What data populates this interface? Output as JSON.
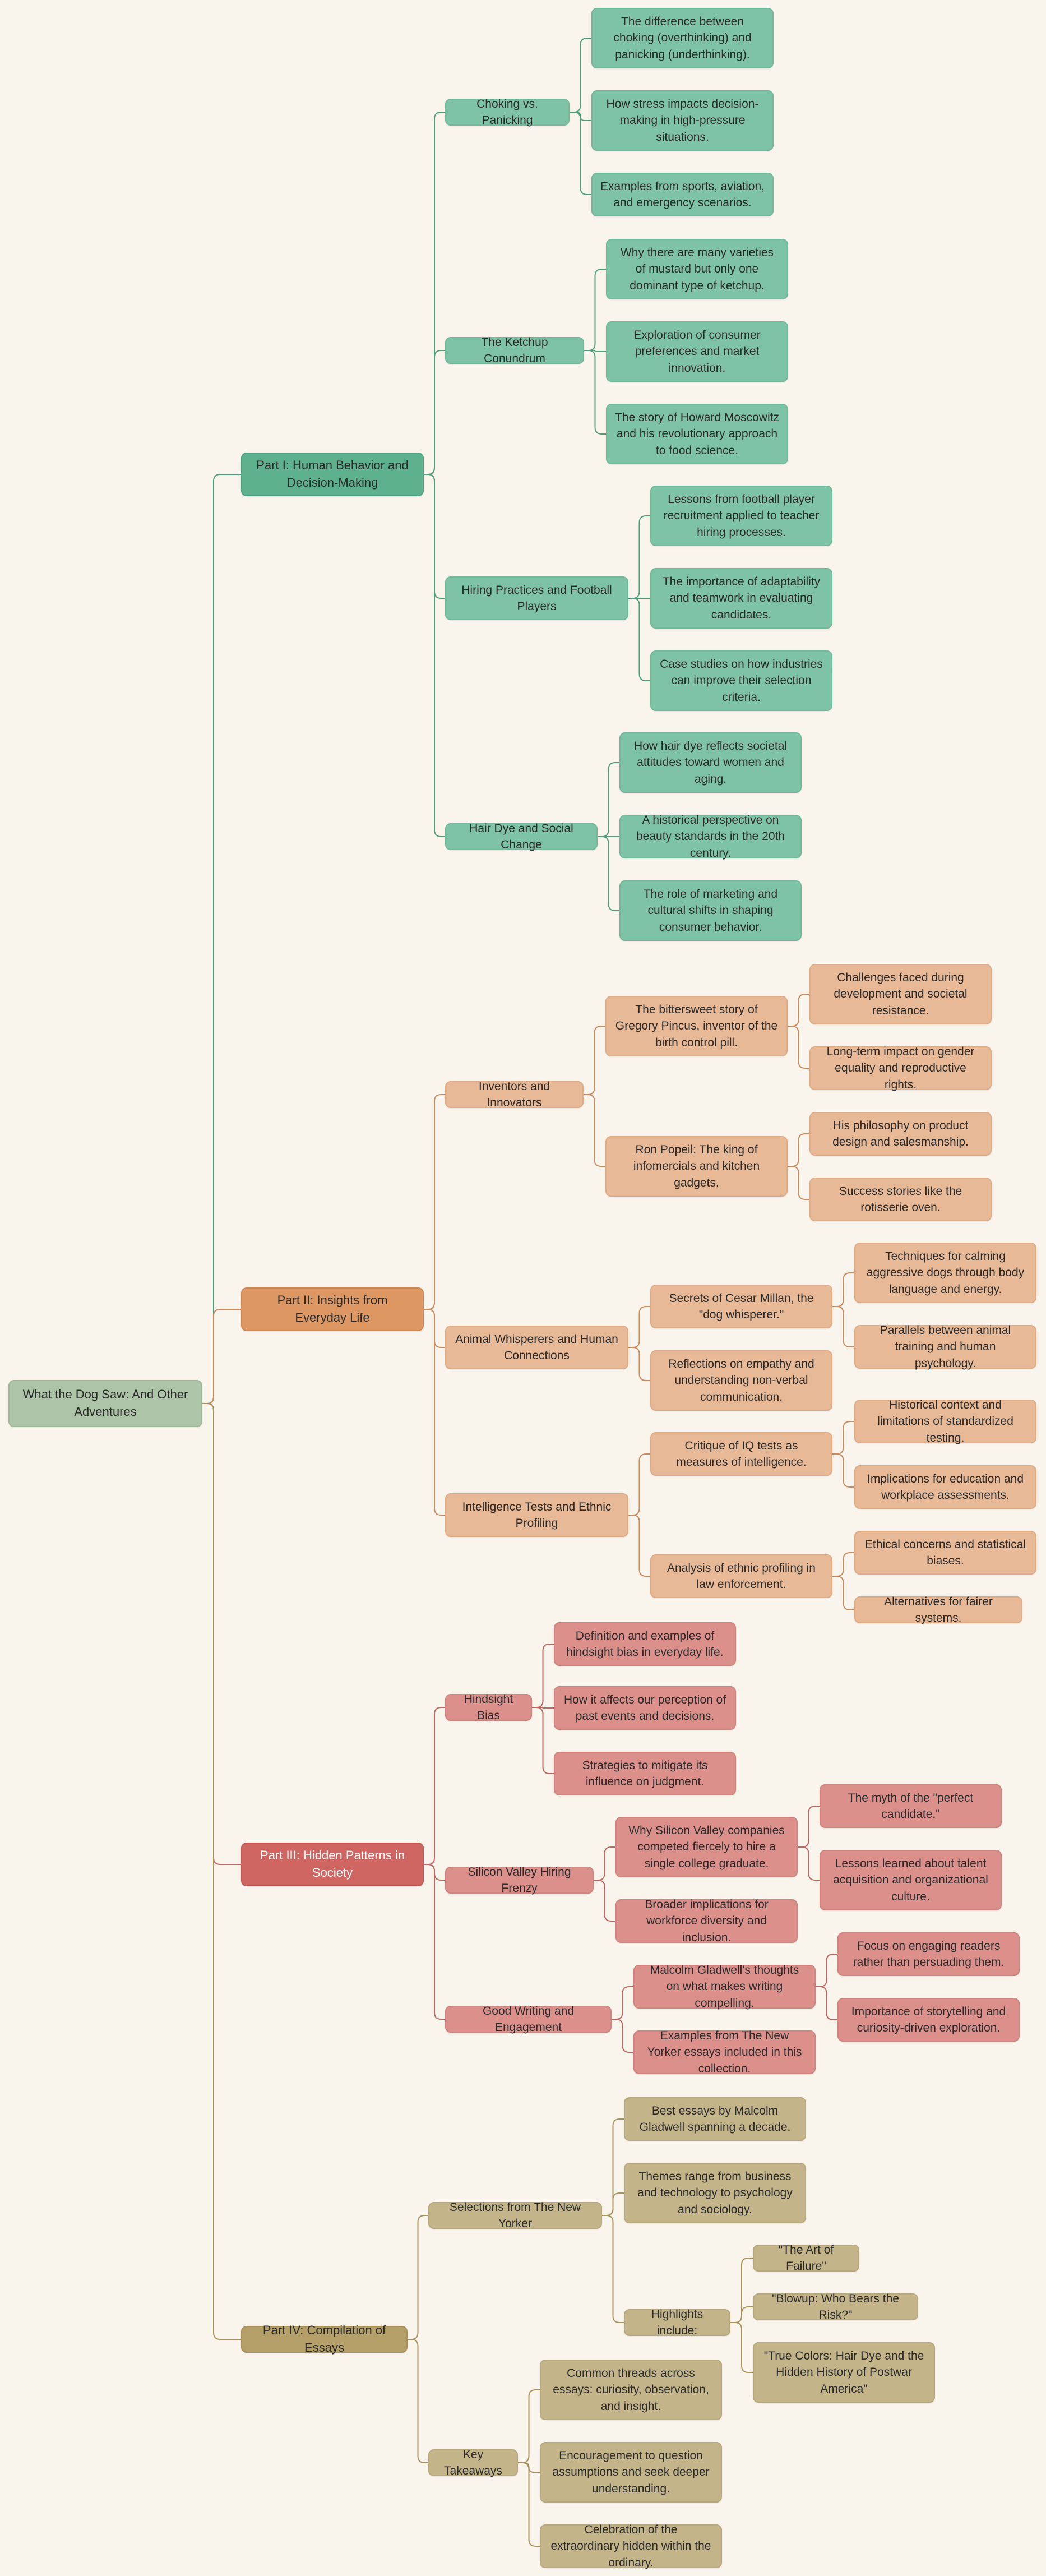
{
  "colors": {
    "green": "#4e9e7a",
    "orange": "#c98a5d",
    "red": "#c06662",
    "khaki": "#a8925b"
  },
  "nodes": {
    "root": "What the Dog Saw: And Other Adventures",
    "p1": "Part I: Human Behavior and Decision-Making",
    "p1_choking": "Choking vs. Panicking",
    "p1_choking_1": "The difference between choking (overthinking) and panicking (underthinking).",
    "p1_choking_2": "How stress impacts decision-making in high-pressure situations.",
    "p1_choking_3": "Examples from sports, aviation, and emergency scenarios.",
    "p1_ketchup": "The Ketchup Conundrum",
    "p1_ketchup_1": "Why there are many varieties of mustard but only one dominant type of ketchup.",
    "p1_ketchup_2": "Exploration of consumer preferences and market innovation.",
    "p1_ketchup_3": "The story of Howard Moscowitz and his revolutionary approach to food science.",
    "p1_hiring": "Hiring Practices and Football Players",
    "p1_hiring_1": "Lessons from football player recruitment applied to teacher hiring processes.",
    "p1_hiring_2": "The importance of adaptability and teamwork in evaluating candidates.",
    "p1_hiring_3": "Case studies on how industries can improve their selection criteria.",
    "p1_hair": "Hair Dye and Social Change",
    "p1_hair_1": "How hair dye reflects societal attitudes toward women and aging.",
    "p1_hair_2": "A historical perspective on beauty standards in the 20th century.",
    "p1_hair_3": "The role of marketing and cultural shifts in shaping consumer behavior.",
    "p2": "Part II: Insights from Everyday Life",
    "p2_inventors": "Inventors and Innovators",
    "p2_pincus": "The bittersweet story of Gregory Pincus, inventor of the birth control pill.",
    "p2_pincus_1": "Challenges faced during development and societal resistance.",
    "p2_pincus_2": "Long-term impact on gender equality and reproductive rights.",
    "p2_popeil": "Ron Popeil: The king of infomercials and kitchen gadgets.",
    "p2_popeil_1": "His philosophy on product design and salesmanship.",
    "p2_popeil_2": "Success stories like the rotisserie oven.",
    "p2_animal": "Animal Whisperers and Human Connections",
    "p2_millan": "Secrets of Cesar Millan, the \"dog whisperer.\"",
    "p2_millan_1": "Techniques for calming aggressive dogs through body language and energy.",
    "p2_millan_2": "Parallels between animal training and human psychology.",
    "p2_empathy": "Reflections on empathy and understanding non-verbal communication.",
    "p2_iq": "Intelligence Tests and Ethnic Profiling",
    "p2_iqtest": "Critique of IQ tests as measures of intelligence.",
    "p2_iqtest_1": "Historical context and limitations of standardized testing.",
    "p2_iqtest_2": "Implications for education and workplace assessments.",
    "p2_profiling": "Analysis of ethnic profiling in law enforcement.",
    "p2_profiling_1": "Ethical concerns and statistical biases.",
    "p2_profiling_2": "Alternatives for fairer systems.",
    "p3": "Part III: Hidden Patterns in Society",
    "p3_hindsight": "Hindsight Bias",
    "p3_hindsight_1": "Definition and examples of hindsight bias in everyday life.",
    "p3_hindsight_2": "How it affects our perception of past events and decisions.",
    "p3_hindsight_3": "Strategies to mitigate its influence on judgment.",
    "p3_silicon": "Silicon Valley Hiring Frenzy",
    "p3_silicon_why": "Why Silicon Valley companies competed fiercely to hire a single college graduate.",
    "p3_silicon_why_1": "The myth of the \"perfect candidate.\"",
    "p3_silicon_why_2": "Lessons learned about talent acquisition and organizational culture.",
    "p3_silicon_broader": "Broader implications for workforce diversity and inclusion.",
    "p3_writing": "Good Writing and Engagement",
    "p3_writing_thoughts": "Malcolm Gladwell's thoughts on what makes writing compelling.",
    "p3_writing_thoughts_1": "Focus on engaging readers rather than persuading them.",
    "p3_writing_thoughts_2": "Importance of storytelling and curiosity-driven exploration.",
    "p3_writing_examples": "Examples from The New Yorker essays included in this collection.",
    "p4": "Part IV: Compilation of Essays",
    "p4_selections": "Selections from The New Yorker",
    "p4_sel_1": "Best essays by Malcolm Gladwell spanning a decade.",
    "p4_sel_2": "Themes range from business and technology to psychology and sociology.",
    "p4_highlights": "Highlights include:",
    "p4_hl_1": "\"The Art of Failure\"",
    "p4_hl_2": "\"Blowup: Who Bears the Risk?\"",
    "p4_hl_3": "\"True Colors: Hair Dye and the Hidden History of Postwar America\"",
    "p4_takeaways": "Key Takeaways",
    "p4_tk_1": "Common threads across essays: curiosity, observation, and insight.",
    "p4_tk_2": "Encouragement to question assumptions and seek deeper understanding.",
    "p4_tk_3": "Celebration of the extraordinary hidden within the ordinary."
  }
}
